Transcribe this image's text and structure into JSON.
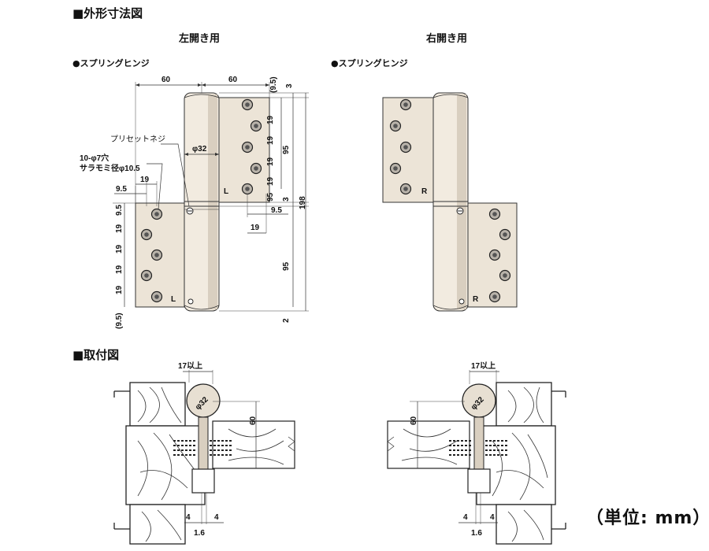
{
  "sections": {
    "outline": "■外形寸法図",
    "mounting": "■取付図"
  },
  "hinges": {
    "left_title": "左開き用",
    "right_title": "右開き用",
    "spring_label_left": "●スプリングヒンジ",
    "spring_label_right": "●スプリングヒンジ",
    "left_mark": "L",
    "right_mark": "R"
  },
  "callouts": {
    "preset_screw": "プリセットネジ",
    "holes": "10-φ7穴",
    "countersink": "サラモミ径φ10.5"
  },
  "dims": {
    "d60a": "60",
    "d60b": "60",
    "d95p": "(9.5)",
    "d3a": "3",
    "d19": "19",
    "d95": "95",
    "d9_5": "9.5",
    "d3b": "3",
    "d198": "198",
    "d2": "2",
    "diam32": "φ32",
    "d95b": "95",
    "d95bracket": "(9.5)",
    "d95small": "95"
  },
  "mount": {
    "min17": "17以上",
    "diam32": "φ32",
    "h60": "60",
    "g4a": "4",
    "g4b": "4",
    "g16": "1.6"
  },
  "unit_label": "（単位: mm）",
  "colors": {
    "leaf": "#ece4d7",
    "barrel": "#f2ebe0",
    "line": "#333333"
  }
}
